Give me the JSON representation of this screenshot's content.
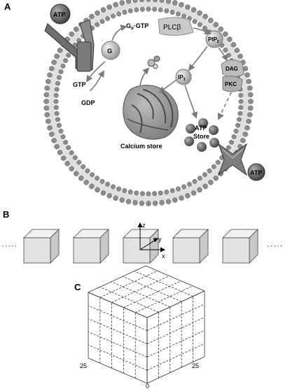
{
  "panels": {
    "a": {
      "letter": "A",
      "labels": {
        "atp_receptor": "ATP",
        "g_protein": "G",
        "galpha_gtp": "G",
        "galpha_sub": "α",
        "galpha_suffix": "·GTP",
        "plc": "PLCβ",
        "pip": "PIP",
        "pip_sub": "2",
        "dag": "DAG",
        "ip": "IP",
        "ip_sub": "3",
        "pkc": "PKC",
        "gtp": "GTP",
        "gdp": "GDP",
        "calcium_store": "Calcium store",
        "atp_store_line1": "ATP",
        "atp_store_line2": "Store",
        "atp_out": "ATP"
      }
    },
    "b": {
      "letter": "B",
      "cube_count": 5,
      "left_ellipsis": "·····",
      "right_ellipsis": "·····",
      "axes": {
        "x": "x",
        "y": "y",
        "z": "z"
      }
    },
    "c": {
      "letter": "C",
      "grid_divisions": 5,
      "ticks": {
        "left": "25",
        "right": "25",
        "origin": "0"
      }
    }
  },
  "colors": {
    "membrane_head": "#8c8c8c",
    "membrane_tail": "#d9d9d9",
    "cube_front": "#e3e3e3",
    "cube_top": "#f2f2f2",
    "cube_side": "#c9c9c9",
    "protein": "#cfcfcf",
    "dark_protein": "#6f6f6f",
    "arrow": "#7a7a7a"
  }
}
